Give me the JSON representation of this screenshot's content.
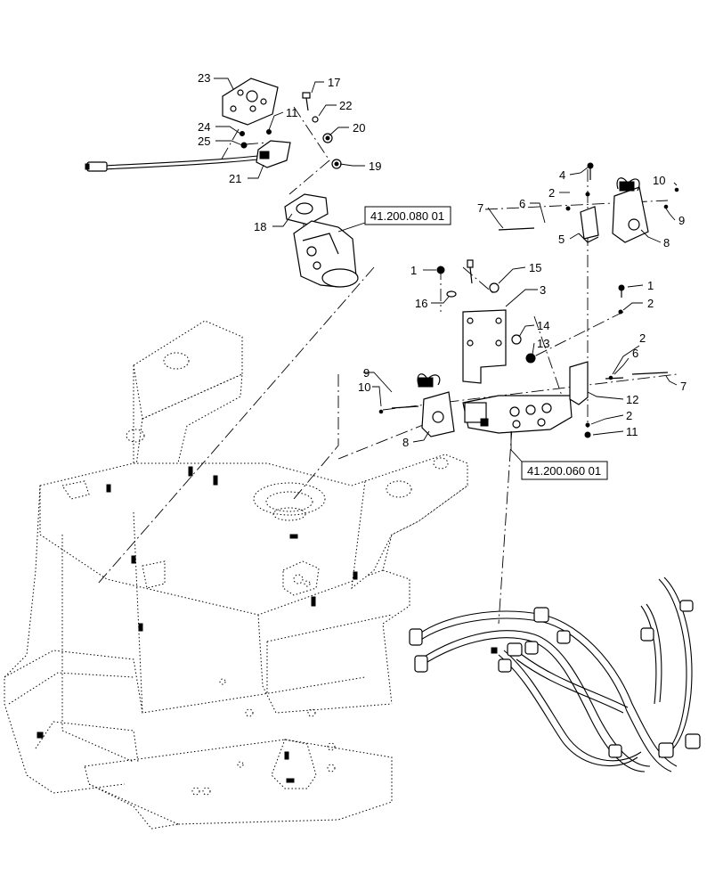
{
  "references": [
    {
      "id": "ref-steering-valve",
      "text": "41.200.080 01"
    },
    {
      "id": "ref-control-valve",
      "text": "41.200.060 01"
    }
  ],
  "callouts": [
    "23",
    "17",
    "11",
    "22",
    "24",
    "20",
    "25",
    "19",
    "21",
    "18",
    "4",
    "10",
    "2",
    "7",
    "6",
    "9",
    "5",
    "8",
    "1",
    "15",
    "3",
    "16",
    "14",
    "13",
    "1",
    "2",
    "9",
    "2",
    "6",
    "7",
    "10",
    "12",
    "8",
    "2",
    "11"
  ]
}
